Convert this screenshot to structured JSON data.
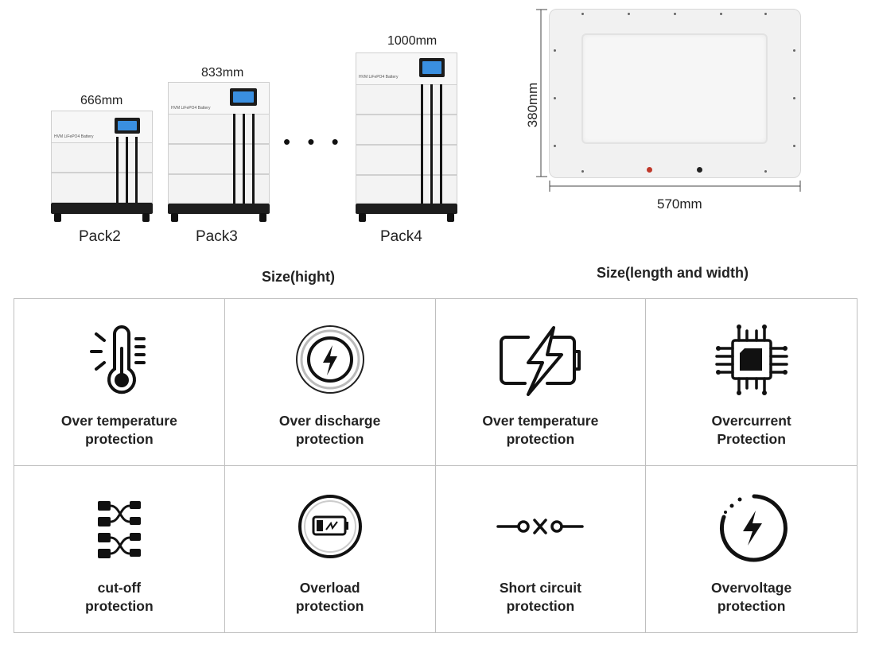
{
  "packs": [
    {
      "id": "pack2",
      "label": "Pack2",
      "height_label": "666mm",
      "modules": 2
    },
    {
      "id": "pack3",
      "label": "Pack3",
      "height_label": "833mm",
      "modules": 3
    },
    {
      "id": "pack4",
      "label": "Pack4",
      "height_label": "1000mm",
      "modules": 4
    }
  ],
  "unit_brand": "HVM LiFePO4 Battery",
  "ellipsis": "• • • • • •",
  "dimensions": {
    "height": "380mm",
    "length": "570mm"
  },
  "sections": {
    "size_height": "Size(hight)",
    "size_length_width": "Size(length and width)"
  },
  "features": [
    {
      "icon": "thermometer-icon",
      "label": "Over temperature\nprotection"
    },
    {
      "icon": "lightning-circle-icon",
      "label": "Over discharge\nprotection"
    },
    {
      "icon": "battery-bolt-icon",
      "label": "Over temperature\nprotection"
    },
    {
      "icon": "chip-icon",
      "label": "Overcurrent\nProtection"
    },
    {
      "icon": "cutoff-icon",
      "label": "cut-off\nprotection"
    },
    {
      "icon": "overload-battery-icon",
      "label": "Overload\nprotection"
    },
    {
      "icon": "short-circuit-icon",
      "label": "Short circuit\nprotection"
    },
    {
      "icon": "overvoltage-icon",
      "label": "Overvoltage\nprotection"
    }
  ]
}
